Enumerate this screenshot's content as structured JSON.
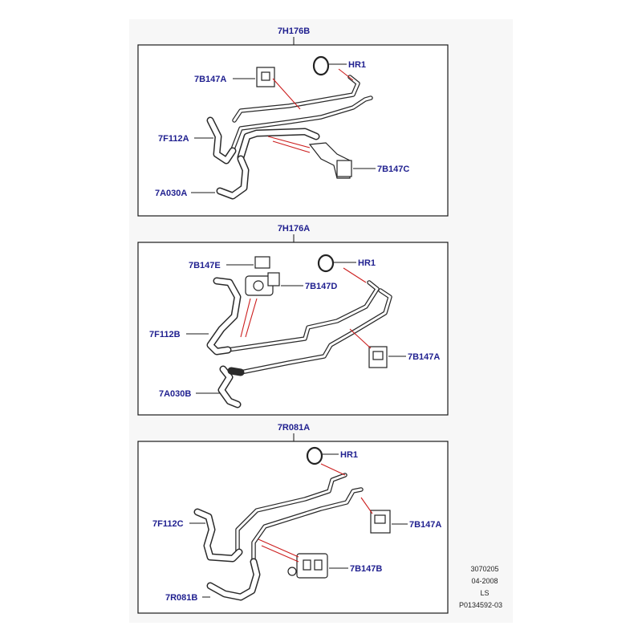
{
  "panels": [
    {
      "title": "7H176B",
      "callouts": [
        "7B147A",
        "HR1",
        "7F112A",
        "7B147C",
        "7A030A"
      ]
    },
    {
      "title": "7H176A",
      "callouts": [
        "7B147E",
        "HR1",
        "7B147D",
        "7F112B",
        "7B147A",
        "7A030B"
      ]
    },
    {
      "title": "7R081A",
      "callouts": [
        "HR1",
        "7F112C",
        "7B147A",
        "7B147B",
        "7R081B"
      ]
    }
  ],
  "footer": {
    "ref_number": "3070205",
    "date": "04-2008",
    "code": "LS",
    "doc_id": "P0134592-03"
  },
  "colors": {
    "label": "#1f1f8f",
    "leader_red": "#cc1e1e",
    "outline": "#1a1a1a"
  }
}
